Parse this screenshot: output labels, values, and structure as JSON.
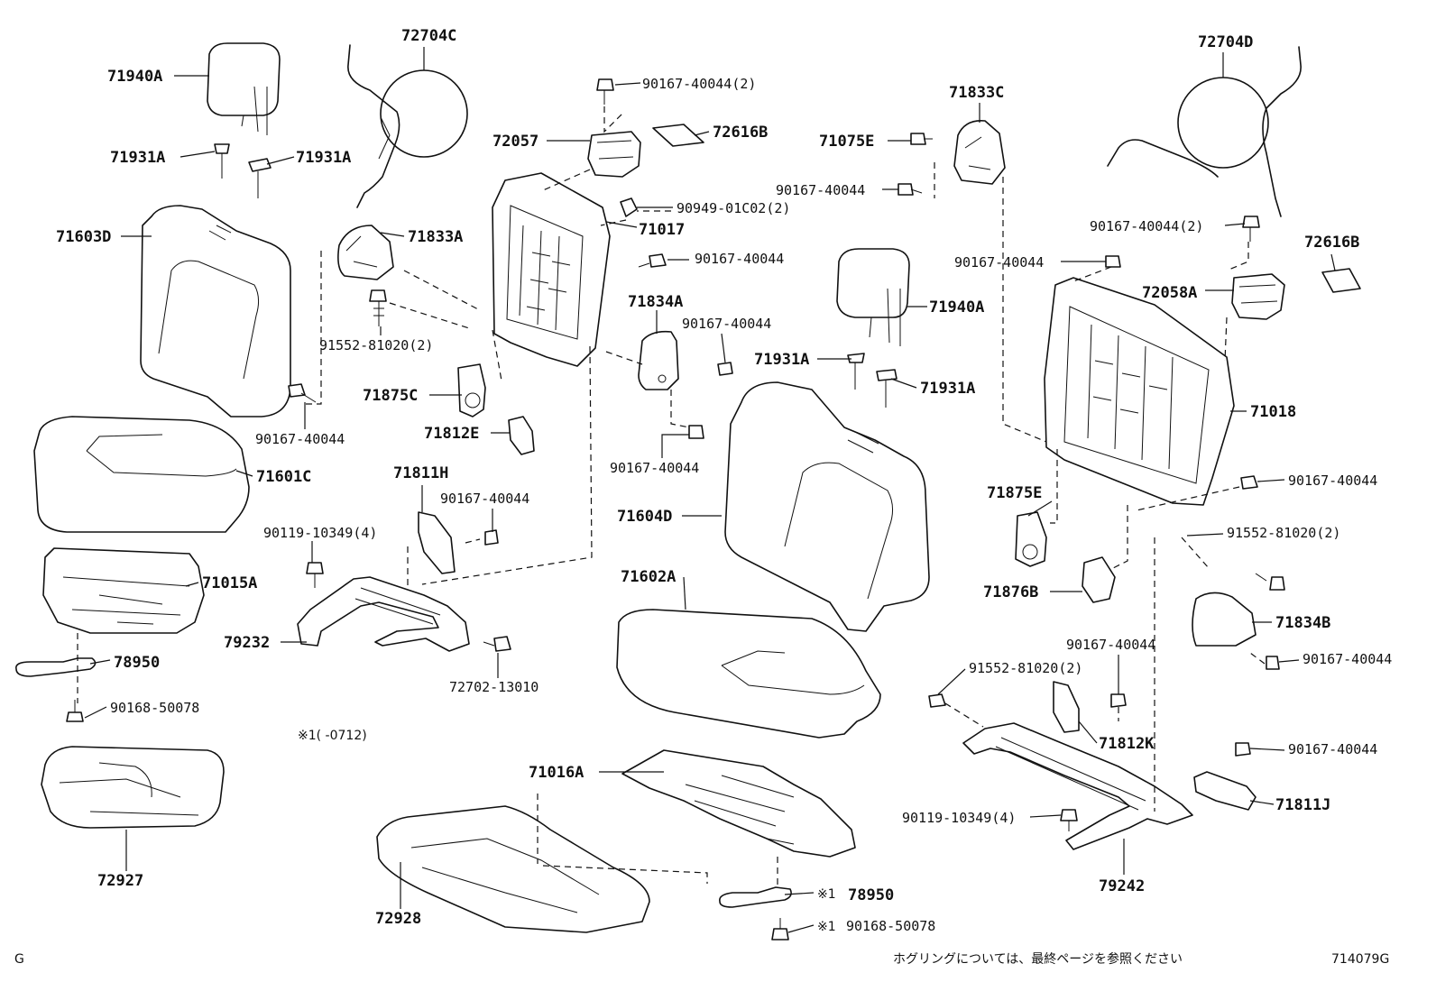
{
  "labels": {
    "p72704C": "72704C",
    "p72704D": "72704D",
    "p71940A_left": "71940A",
    "p71940A_mid": "71940A",
    "p71931A_1": "71931A",
    "p71931A_2": "71931A",
    "p71931A_3": "71931A",
    "p71931A_4": "71931A",
    "p71603D": "71603D",
    "p71601C": "71601C",
    "p71015A": "71015A",
    "p78950_left": "78950",
    "p90168_left": "90168-50078",
    "p72927": "72927",
    "p71833A": "71833A",
    "p91552_a": "91552-81020(2)",
    "p90167_a": "90167-40044",
    "p71875C": "71875C",
    "p71812E": "71812E",
    "p71811H": "71811H",
    "p90167_b": "90167-40044",
    "p90119_a": "90119-10349(4)",
    "p79232": "79232",
    "p72702": "72702-13010",
    "note1": "※1(      -0712)",
    "p90167_c": "90167-40044(2)",
    "p72057": "72057",
    "p72616B_1": "72616B",
    "p90949": "90949-01C02(2)",
    "p71017": "71017",
    "p90167_d": "90167-40044",
    "p71834A": "71834A",
    "p90167_e": "90167-40044",
    "p90167_f": "90167-40044",
    "p71604D": "71604D",
    "p71602A": "71602A",
    "p71016A": "71016A",
    "p72928": "72928",
    "p78950_mid": "78950",
    "p90168_mid": "90168-50078",
    "mark1_a": "※1",
    "mark1_b": "※1",
    "p71833C": "71833C",
    "p71075E": "71075E",
    "p90167_g": "90167-40044",
    "p90167_h": "90167-40044(2)",
    "p72616B_2": "72616B",
    "p90167_i": "90167-40044",
    "p72058A": "72058A",
    "p71018": "71018",
    "p90167_j": "90167-40044",
    "p71875E": "71875E",
    "p91552_b": "91552-81020(2)",
    "p71876B": "71876B",
    "p71834B": "71834B",
    "p90167_k": "90167-40044",
    "p90167_l": "90167-40044",
    "p91552_c": "91552-81020(2)",
    "p71812K": "71812K",
    "p90167_m": "90167-40044",
    "p71811J": "71811J",
    "p90119_b": "90119-10349(4)",
    "p79242": "79242"
  },
  "footer": {
    "left_code": "G",
    "note_jp": "ホグリングについては、最終ページを参照ください",
    "diagram_id": "714079G"
  }
}
